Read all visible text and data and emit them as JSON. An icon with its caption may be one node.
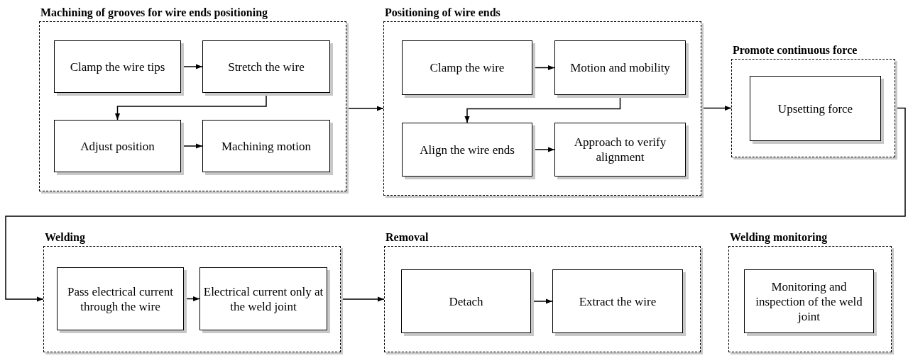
{
  "diagram": {
    "nodes": [
      {
        "text": [
          "Machining of grooves for wire ends positioning"
        ]
      },
      {
        "text": [
          "Clamp the wire tips"
        ],
        "in": 0
      },
      {
        "text": [
          "Stretch the wire"
        ],
        "in": 0
      },
      {
        "text": [
          "Adjust position"
        ],
        "in": 0
      },
      {
        "text": [
          "Machining motion"
        ],
        "in": 0
      },
      {
        "text": [
          "Positioning of wire ends"
        ]
      },
      {
        "text": [
          "Clamp the wire"
        ],
        "in": 5
      },
      {
        "text": [
          "Motion and mobility"
        ],
        "in": 5
      },
      {
        "text": [
          "Align the wire ends"
        ],
        "in": 5
      },
      {
        "text": [
          "Approach to verify alignment"
        ],
        "in": 5
      },
      {
        "text": [
          "Promote continuous force"
        ]
      },
      {
        "text": [
          "Upsetting force"
        ],
        "in": 10
      },
      {
        "text": [
          "Welding"
        ]
      },
      {
        "text": [
          "Pass electrical current through the wire"
        ],
        "in": 12
      },
      {
        "text": [
          "Electrical current only at the weld joint"
        ],
        "in": 12
      },
      {
        "text": [
          "Removal"
        ]
      },
      {
        "text": [
          "Detach"
        ],
        "in": 15
      },
      {
        "text": [
          "Extract the wire"
        ],
        "in": 15
      },
      {
        "text": [
          "Welding monitoring"
        ]
      },
      {
        "text": [
          "Monitoring and inspection of the weld joint"
        ],
        "in": 18
      }
    ],
    "edges": [
      {
        "from": 1,
        "to": 2,
        "arrow": "to"
      },
      {
        "from": 2,
        "to": 3,
        "arrow": "to"
      },
      {
        "from": 3,
        "to": 4,
        "arrow": "to"
      },
      {
        "from": 0,
        "to": 5,
        "arrow": "to"
      },
      {
        "from": 6,
        "to": 7,
        "arrow": "to"
      },
      {
        "from": 7,
        "to": 8,
        "arrow": "to"
      },
      {
        "from": 8,
        "to": 9,
        "arrow": "to"
      },
      {
        "from": 5,
        "to": 10,
        "arrow": "to"
      },
      {
        "from": 10,
        "to": 12,
        "arrow": "to"
      },
      {
        "from": 13,
        "to": 14,
        "arrow": "to"
      },
      {
        "from": 12,
        "to": 15,
        "arrow": "to"
      },
      {
        "from": 16,
        "to": 17,
        "arrow": "to"
      }
    ]
  }
}
